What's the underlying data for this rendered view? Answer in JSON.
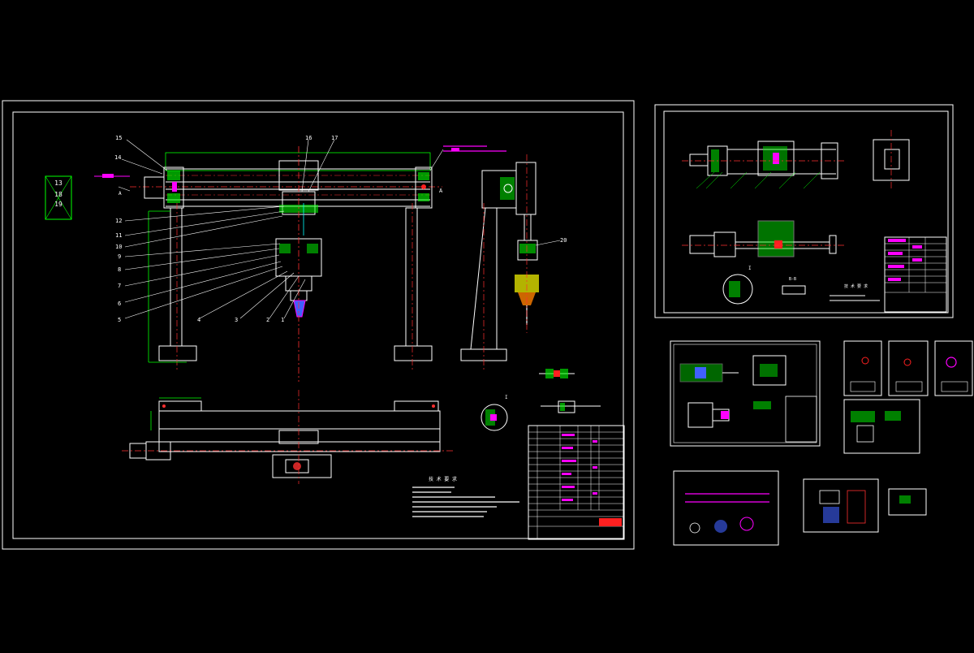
{
  "colors": {
    "background": "#000000",
    "border": "#ffffff",
    "geometry": "#ffffff",
    "centerline": "#ff3030",
    "dimension": "#00ff00",
    "hatch": "#00ff00",
    "magenta": "#ff00ff",
    "yellow": "#ffff00",
    "cyan": "#00ffff",
    "red_fill": "#ff2020"
  },
  "main": {
    "balloons": {
      "b1": "1",
      "b2": "2",
      "b3": "3",
      "b4": "4",
      "b5": "5",
      "b6": "6",
      "b7": "7",
      "b8": "8",
      "b9": "9",
      "b10": "10",
      "b11": "11",
      "b12": "12",
      "b14": "14",
      "b15": "15",
      "b16": "16",
      "b17": "17",
      "b20": "20"
    },
    "stack": [
      "13",
      "18",
      "19"
    ],
    "section_a_left": "A",
    "section_a_right": "A",
    "detail_i": "I",
    "notes_title": "技 术 要 求"
  },
  "sheet_b": {
    "section_label": "B-B",
    "detail_label": "I",
    "notes_title": "技 术 要 求"
  }
}
